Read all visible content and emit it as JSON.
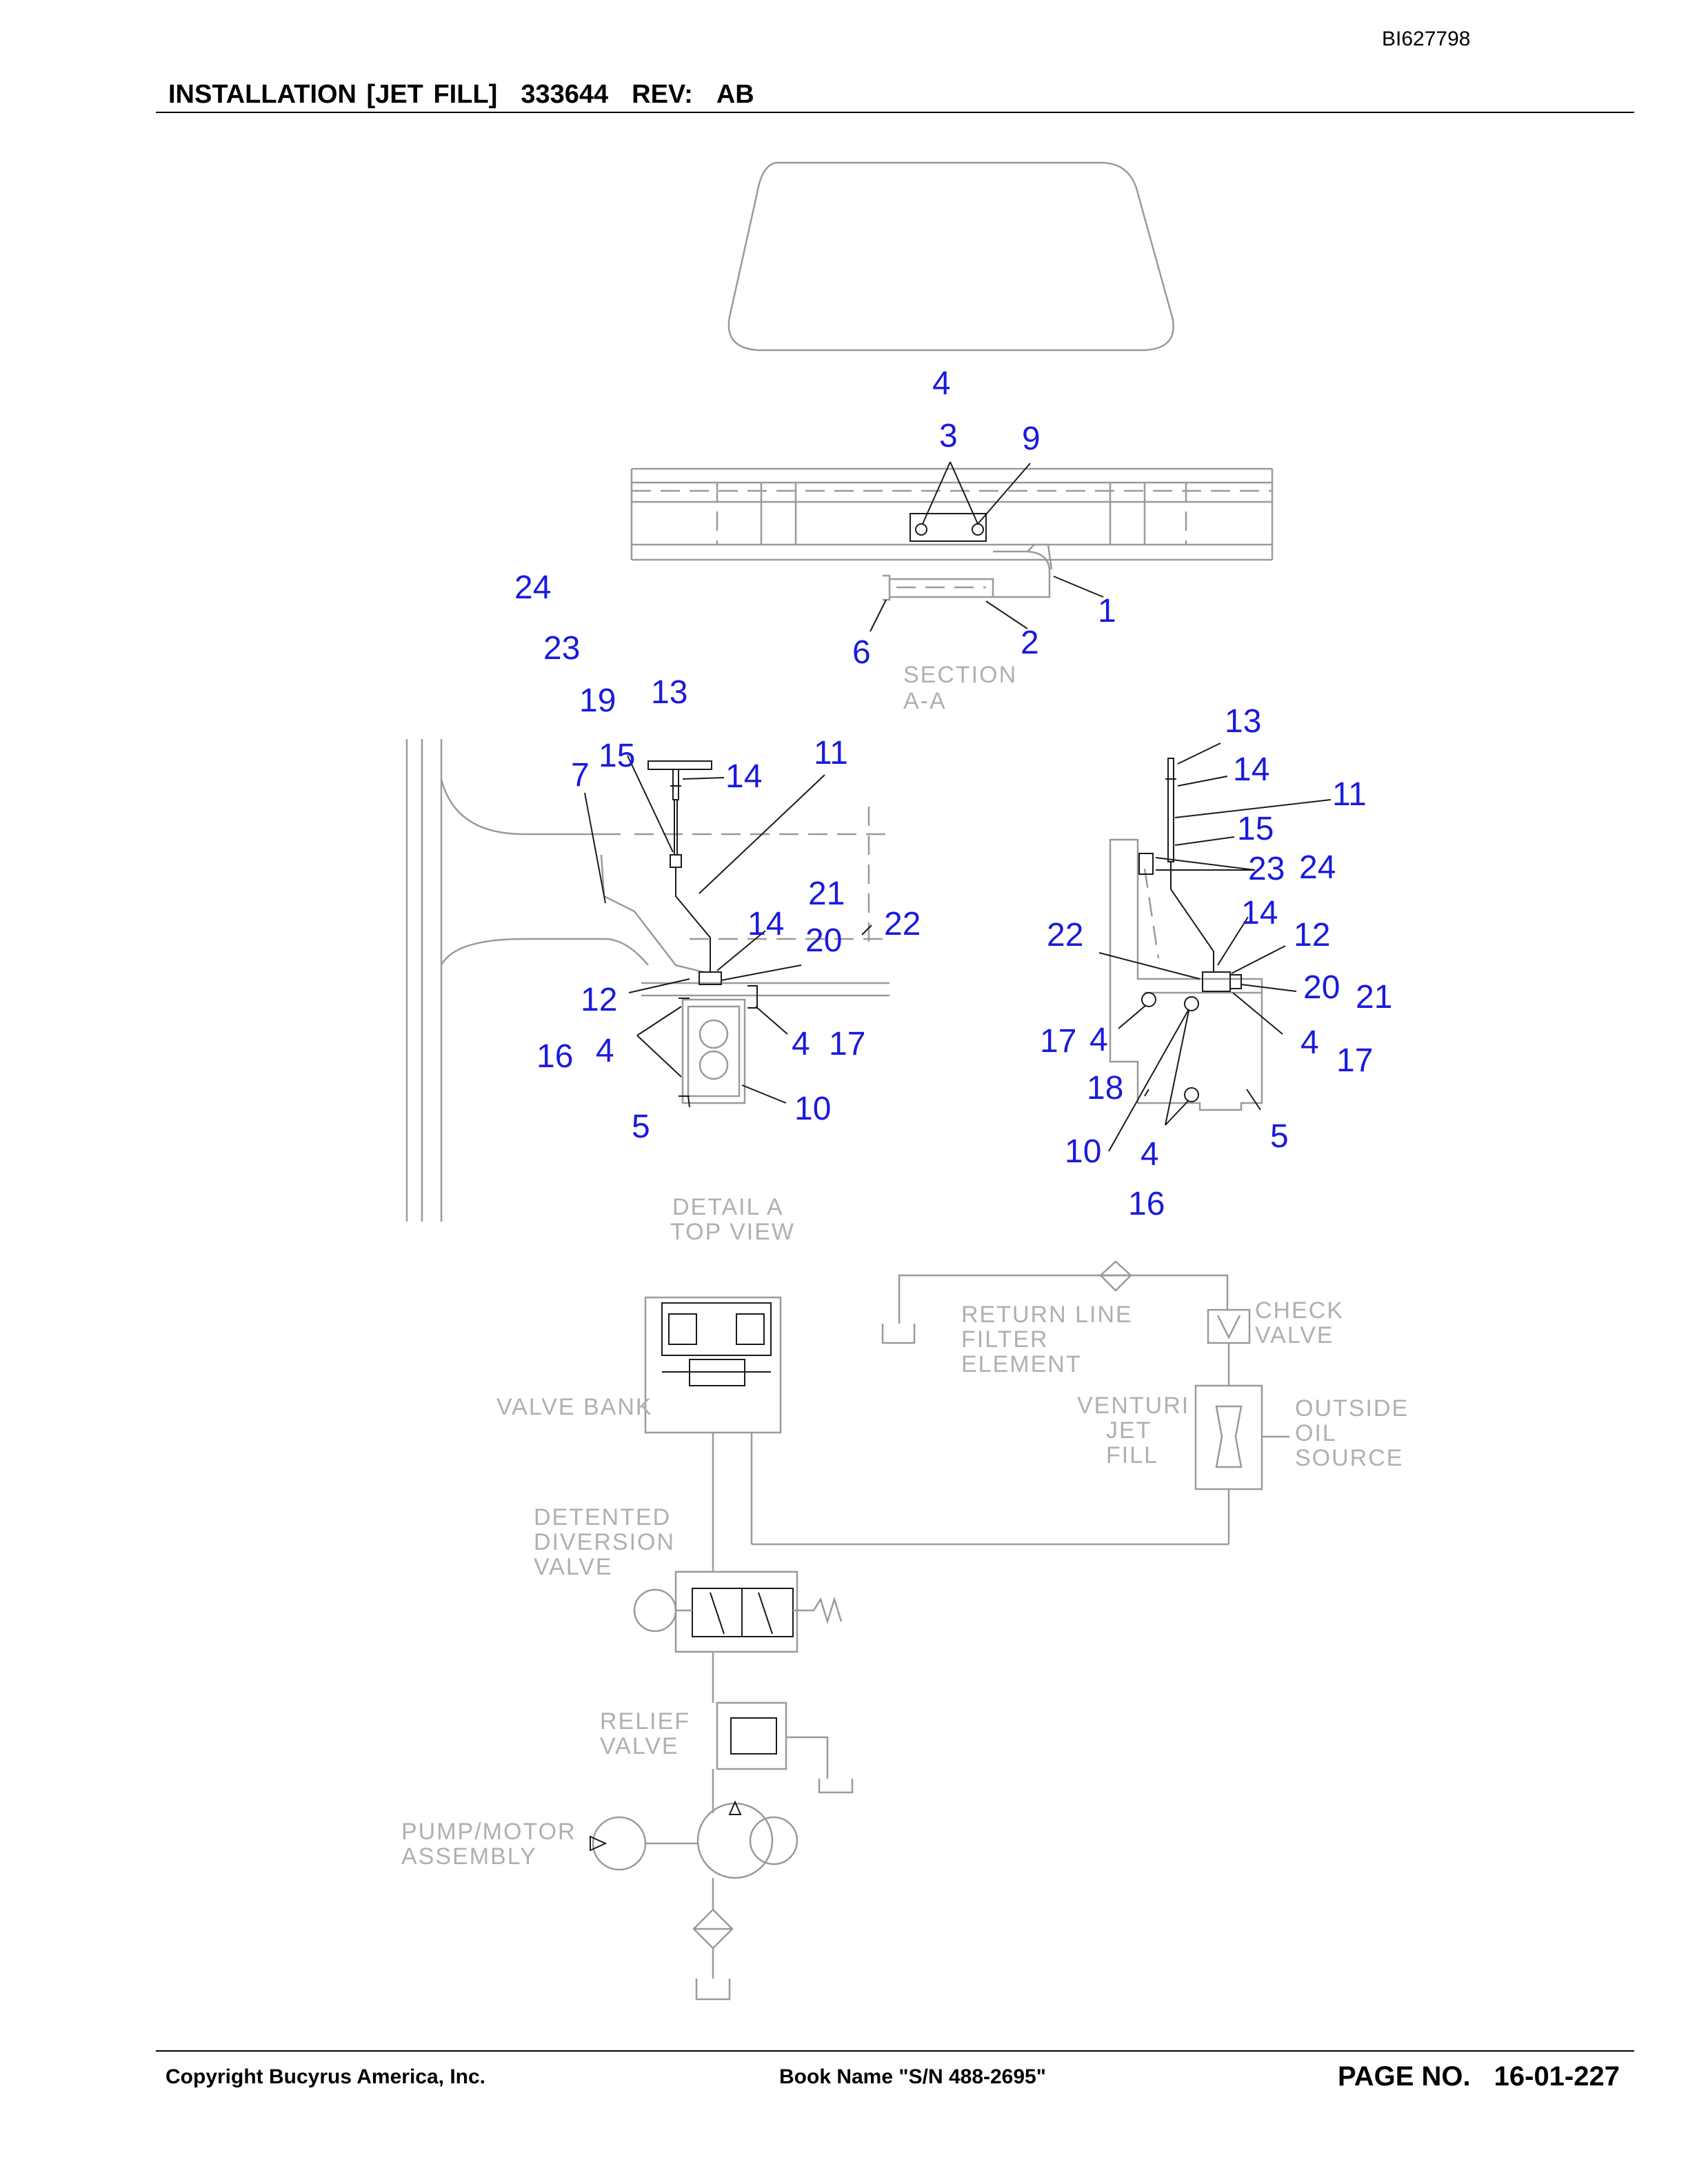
{
  "header": {
    "doc_id": "BI627798",
    "title": "INSTALLATION [JET FILL]",
    "part_number": "333644",
    "rev_label": "REV:",
    "rev_value": "AB"
  },
  "footer": {
    "copyright": "Copyright Bucyrus America, Inc.",
    "book_name": "Book Name \"S/N 488-2695\"",
    "page_label": "PAGE NO.",
    "page_value": "16-01-227"
  },
  "labels": {
    "section": [
      "SECTION",
      "A-A"
    ],
    "detail": [
      "DETAIL A",
      "TOP VIEW"
    ],
    "return_filter": [
      "RETURN LINE",
      "FILTER",
      "ELEMENT"
    ],
    "check_valve": [
      "CHECK",
      "VALVE"
    ],
    "valve_bank": "VALVE BANK",
    "venturi": [
      "VENTURI",
      "JET",
      "FILL"
    ],
    "outside_oil": [
      "OUTSIDE",
      "OIL",
      "SOURCE"
    ],
    "diversion": [
      "DETENTED",
      "DIVERSION",
      "VALVE"
    ],
    "relief": [
      "RELIEF",
      "VALVE"
    ],
    "pump": [
      "PUMP/MOTOR",
      "ASSEMBLY"
    ]
  },
  "callouts": {
    "section": [
      "4",
      "3",
      "9",
      "1",
      "2",
      "6"
    ],
    "left": [
      "24",
      "23",
      "19",
      "13",
      "15",
      "7",
      "14",
      "11",
      "21",
      "14",
      "22",
      "20",
      "12",
      "16",
      "4",
      "4",
      "17",
      "5",
      "10"
    ],
    "right": [
      "13",
      "14",
      "11",
      "15",
      "23",
      "24",
      "14",
      "12",
      "22",
      "20",
      "21",
      "17",
      "4",
      "4",
      "17",
      "18",
      "5",
      "10",
      "4",
      "16"
    ]
  }
}
